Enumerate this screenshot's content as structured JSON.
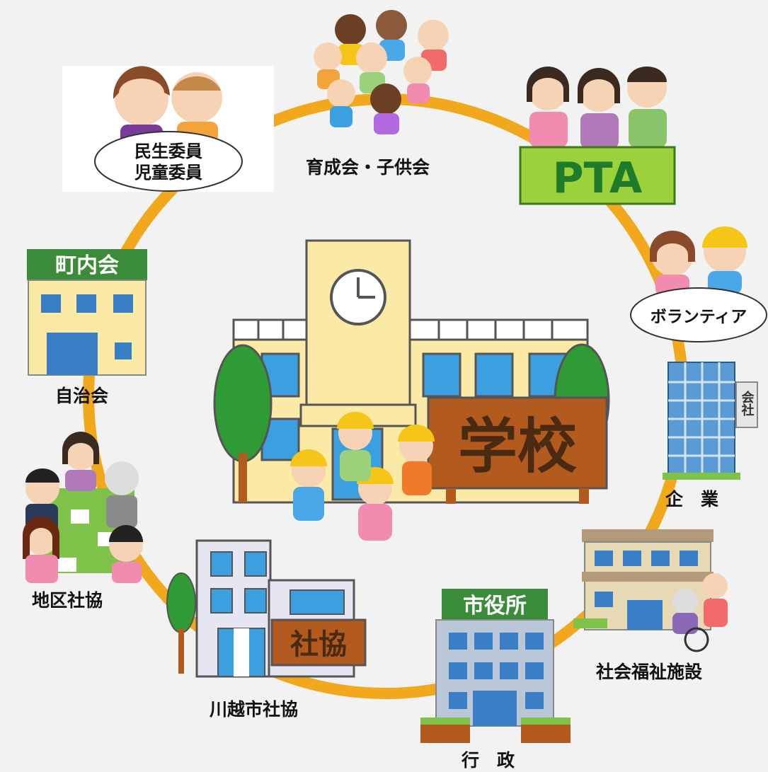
{
  "center": {
    "school_sign": "学校"
  },
  "nodes": {
    "youth": {
      "label": "育成会・子供会"
    },
    "welfare_committee": {
      "sign_line1": "民生委員",
      "sign_line2": "児童委員"
    },
    "pta": {
      "sign": "PTA"
    },
    "volunteer": {
      "sign": "ボランティア"
    },
    "town_assoc": {
      "sign": "町内会"
    },
    "self_gov": {
      "label": "自治会"
    },
    "company": {
      "label": "企　業",
      "sign": "会社"
    },
    "district": {
      "label": "地区社協"
    },
    "city_council": {
      "label": "川越市社協",
      "sign": "社協"
    },
    "welfare_facility": {
      "label": "社会福祉施設"
    },
    "city_hall": {
      "label": "行　政",
      "sign": "市役所"
    }
  },
  "colors": {
    "ring": "#f2a81d",
    "school_wall": "#fbe9a6",
    "sign_brown": "#b35a1f",
    "tree": "#2e9b35",
    "pta_board": "#9bd13a",
    "town_sign": "#3a8c3a",
    "building_blue": "#5b9bd5"
  }
}
